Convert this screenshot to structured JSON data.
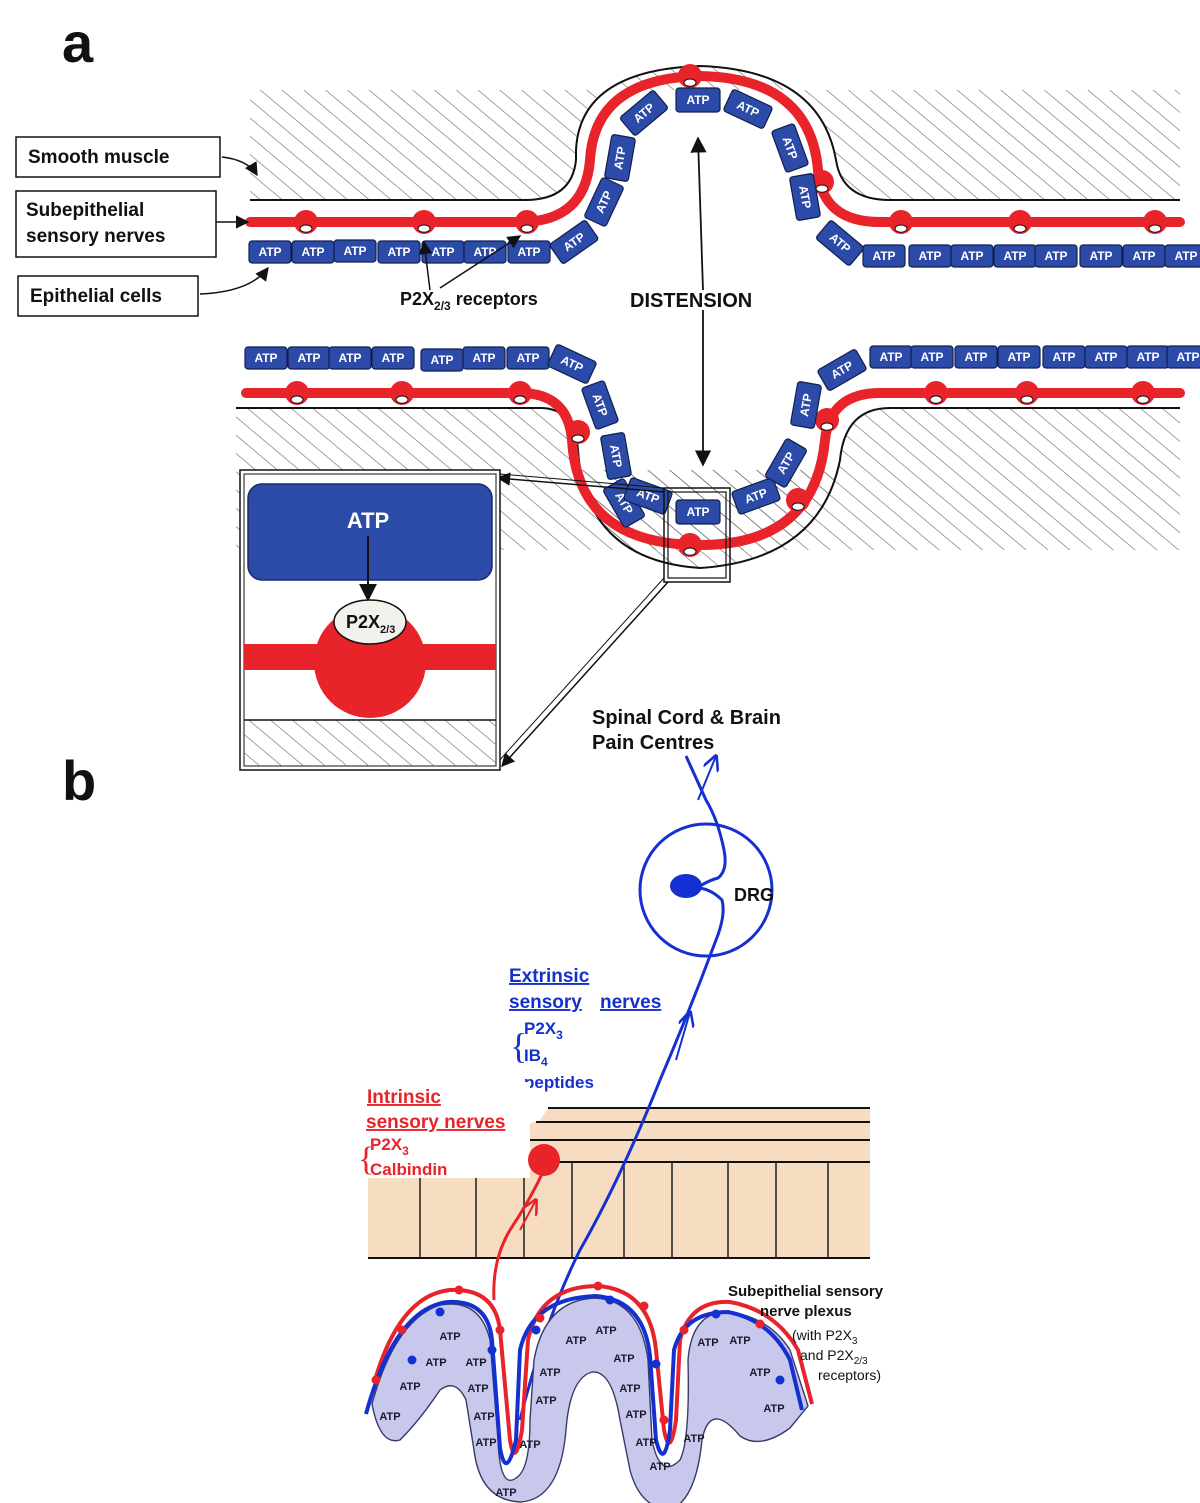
{
  "panels": {
    "a": {
      "letter": "a",
      "labels": {
        "smooth_muscle": "Smooth muscle",
        "subepithelial_line1": "Subepithelial",
        "subepithelial_line2": "sensory nerves",
        "epithelial": "Epithelial cells",
        "receptors_prefix": "P2X",
        "receptors_sub": "2/3",
        "receptors_suffix": " receptors",
        "distension": "DISTENSION"
      },
      "cell_label": "ATP",
      "inset": {
        "atp": "ATP",
        "receptor_prefix": "P2X",
        "receptor_sub": "2/3"
      }
    },
    "b": {
      "letter": "b",
      "pain_centres_line1": "Spinal Cord & Brain",
      "pain_centres_line2": "Pain Centres",
      "drg": "DRG",
      "extrinsic_line1": "Extrinsic",
      "extrinsic_line2a": "sensory",
      "extrinsic_line2b": "nerves",
      "extrinsic_markers": [
        {
          "prefix": "P2X",
          "sub": "3"
        },
        {
          "prefix": "IB",
          "sub": "4"
        },
        {
          "prefix": "peptides",
          "sub": ""
        }
      ],
      "intrinsic_line1": "Intrinsic",
      "intrinsic_line2": "sensory nerves",
      "intrinsic_markers": [
        {
          "prefix": "P2X",
          "sub": "3"
        },
        {
          "prefix": "Calbindin",
          "sub": ""
        }
      ],
      "plexus_line1": "Subepithelial sensory",
      "plexus_line2": "nerve plexus",
      "plexus_line3": "(with P2X",
      "plexus_line3_sub": "3",
      "plexus_line4": "and P2X",
      "plexus_line4_sub": "2/3",
      "plexus_line5": "receptors)",
      "cell_label": "ATP"
    }
  },
  "colors": {
    "epithelium_blue": "#2c4aa8",
    "nerve_red": "#e8232a",
    "extrinsic_blue": "#1530d0",
    "muscle_tan": "#f6dcc0",
    "villus_cell": "#c8c8ec"
  }
}
